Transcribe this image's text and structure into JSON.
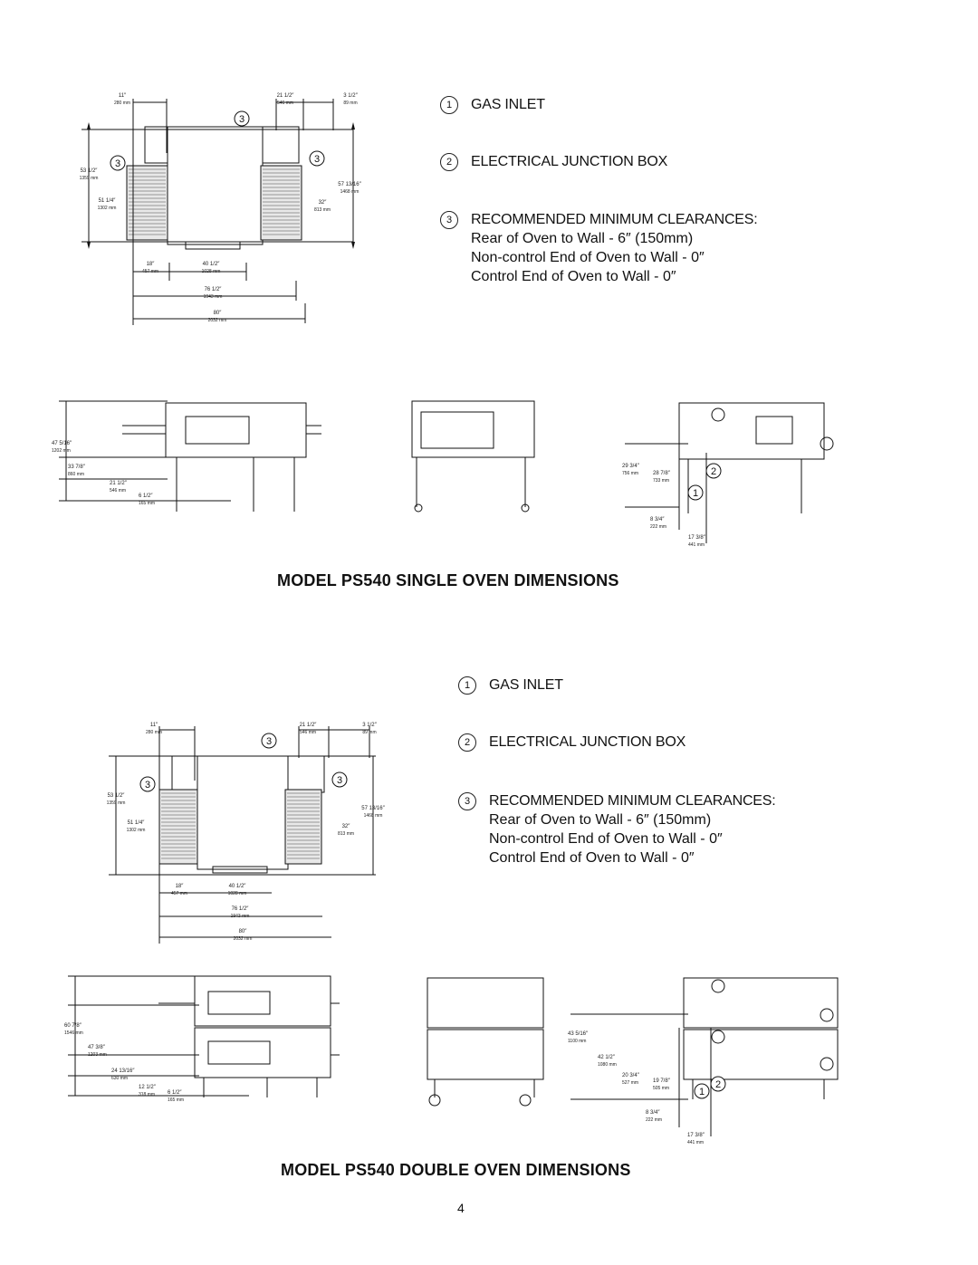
{
  "single": {
    "title": "MODEL PS540 SINGLE OVEN DIMENSIONS",
    "legend": [
      {
        "num": "1",
        "label": "GAS INLET"
      },
      {
        "num": "2",
        "label": "ELECTRICAL JUNCTION BOX"
      },
      {
        "num": "3",
        "label": "RECOMMENDED MINIMUM CLEARANCES:"
      }
    ],
    "clearances": [
      "Rear of Oven to Wall - 6″ (150mm)",
      "Non-control End of Oven to Wall - 0″",
      "Control End of Oven to Wall - 0″"
    ],
    "plan_dims": {
      "d1": "11″",
      "d1m": "280 mm",
      "d2": "21 1/2″",
      "d2m": "546 mm",
      "d3": "3 1/2″",
      "d3m": "89 mm",
      "d4": "53 1/2″",
      "d4m": "1359 mm",
      "d5": "57 13/16″",
      "d5m": "1468 mm",
      "d6": "51 1/4″",
      "d6m": "1302 mm",
      "d7": "32″",
      "d7m": "813 mm",
      "d8": "18″",
      "d8m": "457 mm",
      "d9": "40 1/2″",
      "d9m": "1028 mm",
      "d10": "76 1/2″",
      "d10m": "1943 mm",
      "d11": "80″",
      "d11m": "2032 mm"
    },
    "elev_dims": {
      "a1": "47 5/16″",
      "a1m": "1202 mm",
      "a2": "33 7/8″",
      "a2m": "860 mm",
      "a3": "21 1/2″",
      "a3m": "546 mm",
      "a4": "6 1/2″",
      "a4m": "165 mm",
      "b1": "29 3/4″",
      "b1m": "756 mm",
      "b2": "28 7/8″",
      "b2m": "733 mm",
      "b3": "8 3/4″",
      "b3m": "222 mm",
      "b4": "17 3/8″",
      "b4m": "441 mm"
    }
  },
  "double": {
    "title": "MODEL PS540 DOUBLE OVEN DIMENSIONS",
    "legend": [
      {
        "num": "1",
        "label": "GAS INLET"
      },
      {
        "num": "2",
        "label": "ELECTRICAL JUNCTION BOX"
      },
      {
        "num": "3",
        "label": "RECOMMENDED MINIMUM CLEARANCES:"
      }
    ],
    "clearances": [
      "Rear of Oven to Wall - 6″ (150mm)",
      "Non-control End of Oven to Wall - 0″",
      "Control End of Oven to Wall - 0″"
    ],
    "elev_dims": {
      "a1": "60 7/8″",
      "a1m": "1546 mm",
      "a2": "47 3/8″",
      "a2m": "1203 mm",
      "a3": "24 13/16″",
      "a3m": "630 mm",
      "a4": "12 1/2″",
      "a4m": "318 mm",
      "a5": "6 1/2″",
      "a5m": "165 mm",
      "b1": "43 5/16″",
      "b1m": "1100 mm",
      "b2": "42 1/2″",
      "b2m": "1080 mm",
      "b3": "20 3/4″",
      "b3m": "527 mm",
      "b4": "19 7/8″",
      "b4m": "505 mm",
      "b5": "8 3/4″",
      "b5m": "222 mm",
      "b6": "17 3/8″",
      "b6m": "441 mm"
    }
  },
  "page_number": "4"
}
